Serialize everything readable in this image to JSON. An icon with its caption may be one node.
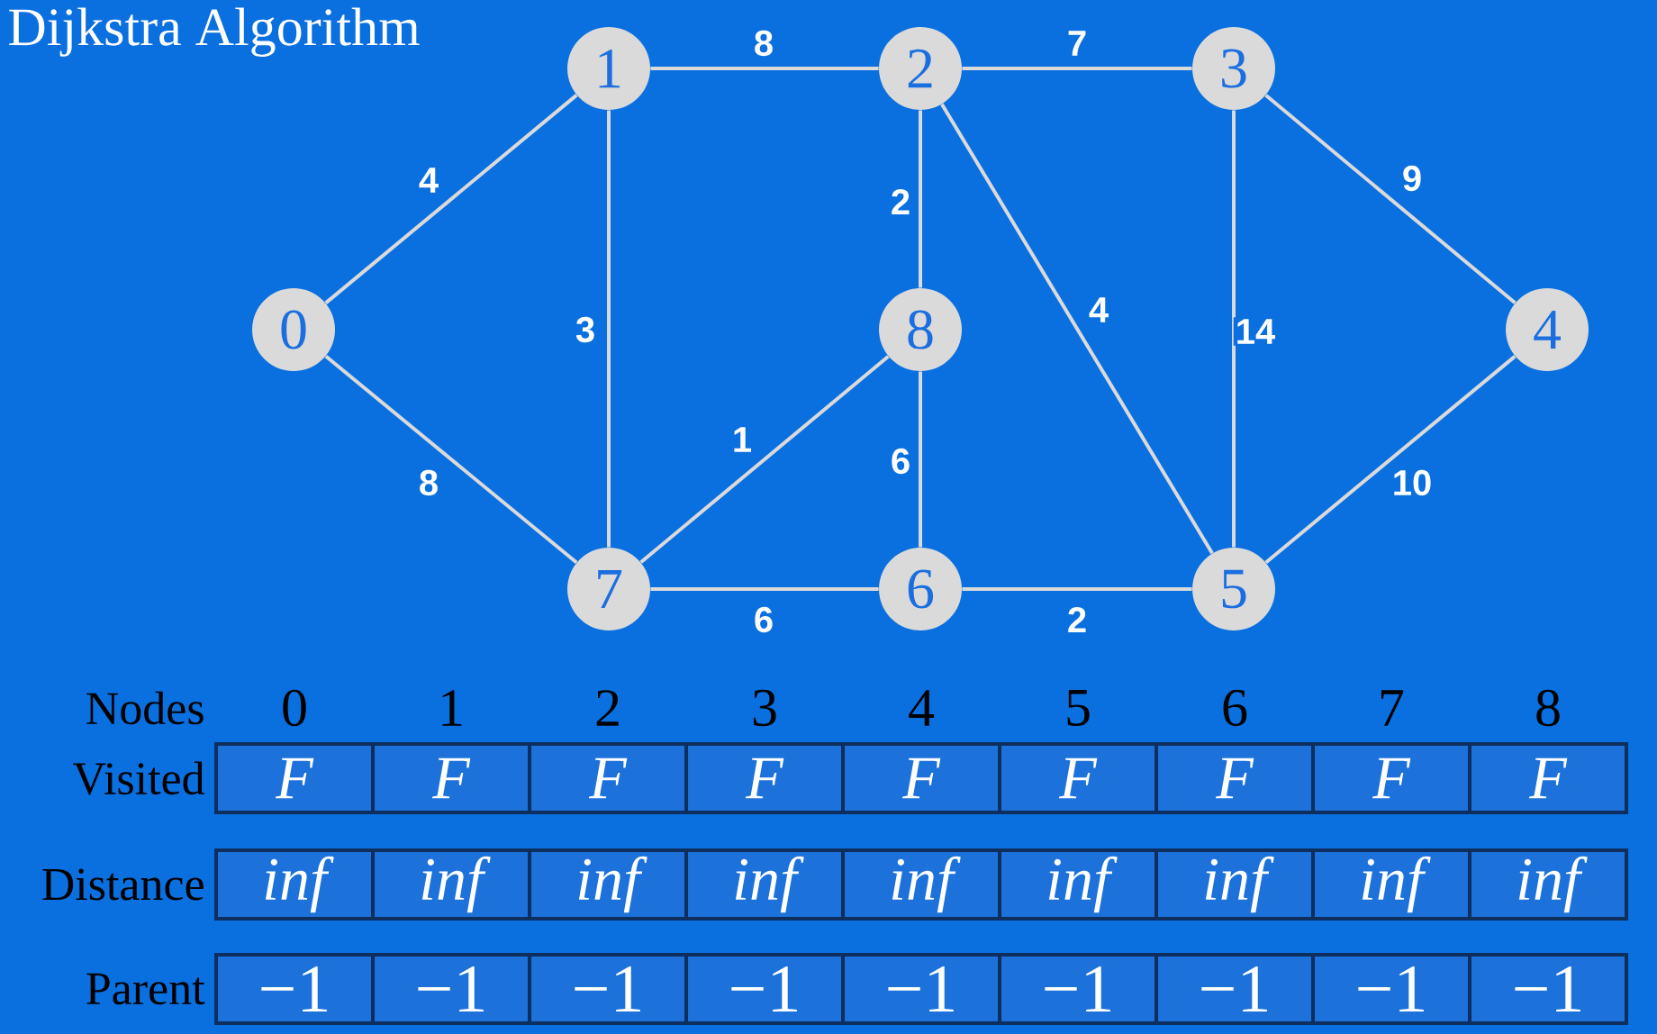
{
  "diagram": {
    "title": "Dijkstra Algorithm",
    "nodes": [
      {
        "text": [
          "0"
        ]
      },
      {
        "text": [
          "1"
        ]
      },
      {
        "text": [
          "2"
        ]
      },
      {
        "text": [
          "3"
        ]
      },
      {
        "text": [
          "4"
        ]
      },
      {
        "text": [
          "5"
        ]
      },
      {
        "text": [
          "6"
        ]
      },
      {
        "text": [
          "7"
        ]
      },
      {
        "text": [
          "8"
        ]
      }
    ],
    "edges": [
      {
        "from": 0,
        "to": 1,
        "arrow": "none",
        "label": "4"
      },
      {
        "from": 0,
        "to": 7,
        "arrow": "none",
        "label": "8"
      },
      {
        "from": 1,
        "to": 2,
        "arrow": "none",
        "label": "8"
      },
      {
        "from": 1,
        "to": 7,
        "arrow": "none",
        "label": "3"
      },
      {
        "from": 2,
        "to": 3,
        "arrow": "none",
        "label": "7"
      },
      {
        "from": 2,
        "to": 8,
        "arrow": "none",
        "label": "2"
      },
      {
        "from": 2,
        "to": 5,
        "arrow": "none",
        "label": "4"
      },
      {
        "from": 3,
        "to": 5,
        "arrow": "none",
        "label": "14"
      },
      {
        "from": 3,
        "to": 4,
        "arrow": "none",
        "label": "9"
      },
      {
        "from": 4,
        "to": 5,
        "arrow": "none",
        "label": "10"
      },
      {
        "from": 7,
        "to": 8,
        "arrow": "none",
        "label": "1"
      },
      {
        "from": 8,
        "to": 6,
        "arrow": "none",
        "label": "6"
      },
      {
        "from": 7,
        "to": 6,
        "arrow": "none",
        "label": "6"
      },
      {
        "from": 6,
        "to": 5,
        "arrow": "none",
        "label": "2"
      }
    ],
    "labels": [
      "Nodes",
      "0",
      "1",
      "2",
      "3",
      "4",
      "5",
      "6",
      "7",
      "8",
      "Visited",
      "F",
      "F",
      "F",
      "F",
      "F",
      "F",
      "F",
      "F",
      "F",
      "Distance",
      "inf",
      "inf",
      "inf",
      "inf",
      "inf",
      "inf",
      "inf",
      "inf",
      "inf",
      "Parent",
      "−1",
      "−1",
      "−1",
      "−1",
      "−1",
      "−1",
      "−1",
      "−1",
      "−1"
    ]
  }
}
